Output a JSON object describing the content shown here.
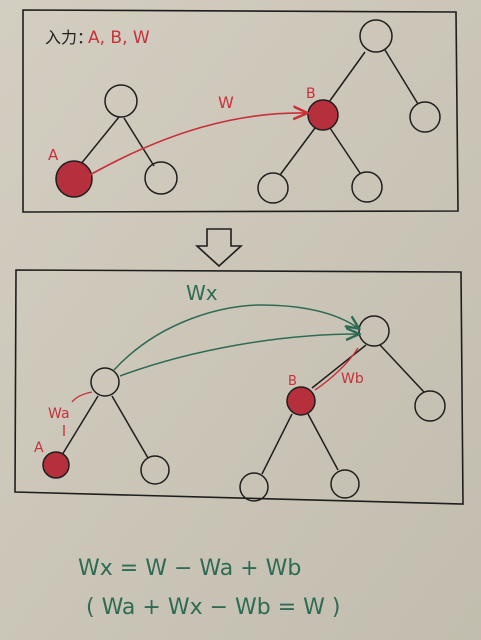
{
  "colors": {
    "paper": "#cbc6b8",
    "ink": "#1e1e1e",
    "red_ink": "#c8303a",
    "node_fill_red": "#b5303c",
    "green_ink": "#2e6b55"
  },
  "top_panel": {
    "input_label": "入力：",
    "input_values": "A, B, W",
    "label_A": "A",
    "label_B": "B",
    "label_W": "W"
  },
  "arrow": {
    "icon": "down-arrow-icon"
  },
  "bottom_panel": {
    "label_Wx": "Wx",
    "label_Wa": "Wa",
    "label_Wb": "Wb",
    "label_A": "A",
    "label_B": "B"
  },
  "equations": {
    "line1": "Wx = W − Wa + Wb",
    "line2": "( Wa + Wx − Wb = W )"
  }
}
